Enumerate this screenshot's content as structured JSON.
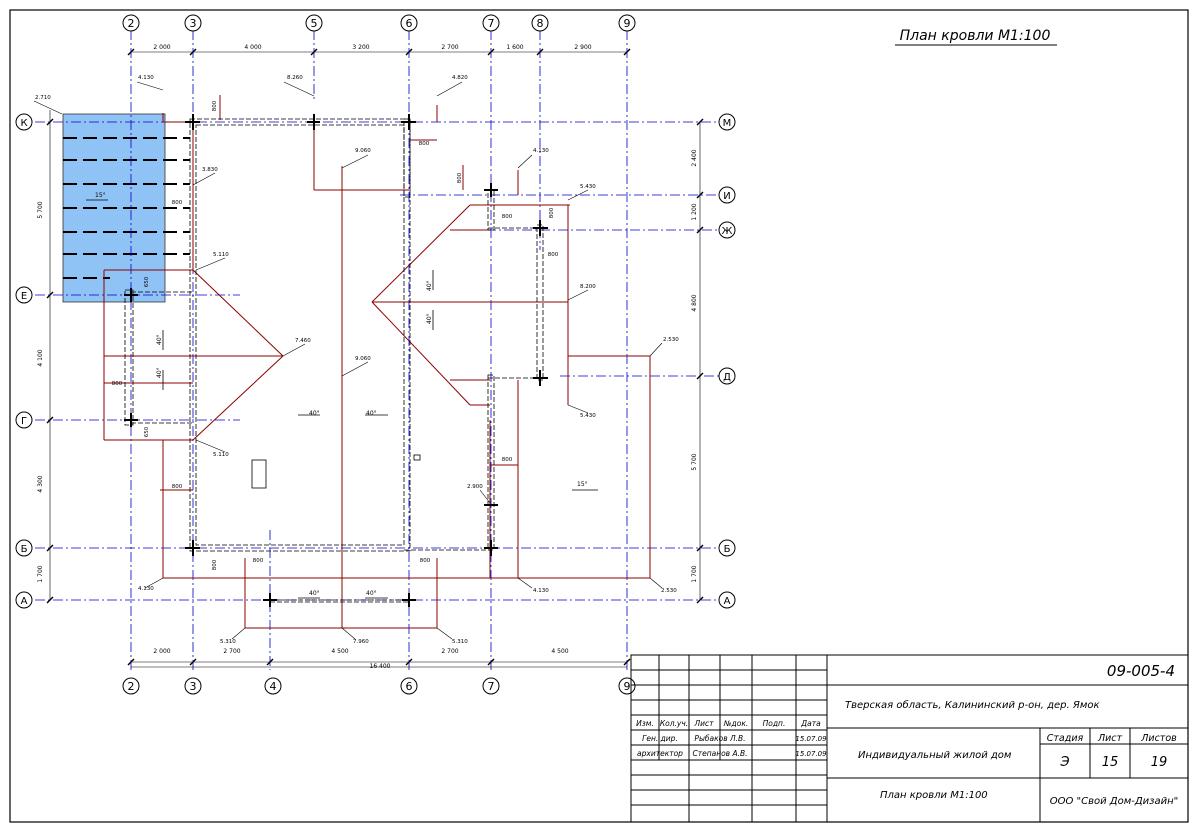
{
  "sheet": {
    "title": "План кровли  М1:100",
    "code": "09-005-4",
    "address": "Тверская область, Калининский р-он, дер. Ямок",
    "object": "Индивидуальный жилой дом",
    "drawing_name": "План кровли М1:100",
    "company": "ООО \"Свой Дом-Дизайн\"",
    "stage_header": "Стадия",
    "sheet_header": "Лист",
    "sheets_header": "Листов",
    "stage": "Э",
    "sheet_no": "15",
    "sheets_total": "19",
    "cols": [
      "Изм.",
      "Кол.уч.",
      "Лист",
      "№док.",
      "Подп.",
      "Дата"
    ],
    "staff": [
      {
        "role": "Ген. дир.",
        "name": "Рыбаков Л.В.",
        "date": "15.07.09"
      },
      {
        "role": "архитектор",
        "name": "Степанов А.В.",
        "date": "15.07.09"
      }
    ]
  },
  "axes": {
    "top": [
      "2",
      "3",
      "5",
      "6",
      "7",
      "8",
      "9"
    ],
    "bottom": [
      "2",
      "3",
      "4",
      "6",
      "7",
      "9"
    ],
    "left": [
      "К",
      "Е",
      "Г",
      "Б",
      "А"
    ],
    "right": [
      "М",
      "И",
      "Ж",
      "Д",
      "Б",
      "А"
    ]
  },
  "dims": {
    "top": [
      "2 000",
      "4 000",
      "3 200",
      "2 700",
      "1 600",
      "2 900"
    ],
    "bottom": [
      "2 000",
      "2 700",
      "4 500",
      "2 700",
      "4 500"
    ],
    "total": "16 400",
    "left": [
      "5 700",
      "4 100",
      "4 300",
      "1 700"
    ],
    "right": [
      "2 400",
      "1 200",
      "4 800",
      "5 700",
      "1 700"
    ],
    "inner": [
      "800",
      "800",
      "800",
      "800",
      "800",
      "800",
      "800",
      "800",
      "800",
      "800",
      "800",
      "800",
      "650",
      "650",
      "800"
    ]
  },
  "marks": [
    "2.710",
    "4.130",
    "8.260",
    "4.820",
    "9.060",
    "4.130",
    "5.430",
    "3.830",
    "5.110",
    "7.460",
    "8.200",
    "9.060",
    "2.530",
    "5.430",
    "5.110",
    "2.900",
    "4.130",
    "2.530",
    "4.130",
    "5.310",
    "7.960",
    "5.310"
  ],
  "slopes": [
    "15°",
    "40°",
    "40°",
    "40°",
    "40°",
    "40°",
    "40°",
    "15°",
    "40°",
    "40°"
  ]
}
